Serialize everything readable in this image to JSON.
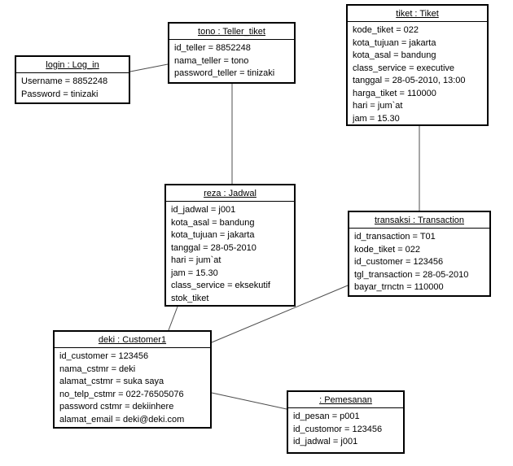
{
  "diagram": {
    "type": "uml-object-diagram",
    "background_color": "#ffffff",
    "box_border_color": "#000000",
    "connector_color": "#4d4d4d",
    "objects": [
      {
        "id": "login",
        "title": "login : Log_in",
        "attributes": [
          "Username = 8852248",
          "Password = tinizaki"
        ]
      },
      {
        "id": "tono",
        "title": "tono : Teller_tiket",
        "attributes": [
          "id_teller = 8852248",
          "nama_teller = tono",
          "password_teller = tinizaki"
        ]
      },
      {
        "id": "tiket",
        "title": "tiket : Tiket",
        "attributes": [
          "kode_tiket = 022",
          "kota_tujuan = jakarta",
          "kota_asal = bandung",
          "class_service = executive",
          "tanggal = 28-05-2010, 13:00",
          "harga_tiket = 110000",
          "hari = jum`at",
          "jam = 15.30"
        ]
      },
      {
        "id": "reza",
        "title": "reza : Jadwal",
        "attributes": [
          "id_jadwal = j001",
          "kota_asal = bandung",
          "kota_tujuan = jakarta",
          "tanggal = 28-05-2010",
          "hari = jum`at",
          "jam = 15.30",
          "class_service = eksekutif",
          "stok_tiket"
        ]
      },
      {
        "id": "transaksi",
        "title": "transaksi : Transaction",
        "attributes": [
          "id_transaction = T01",
          "kode_tiket = 022",
          "id_customer = 123456",
          "tgl_transaction = 28-05-2010",
          "bayar_trnctn = 110000"
        ]
      },
      {
        "id": "deki",
        "title": "deki : Customer1",
        "attributes": [
          "id_customer = 123456",
          "nama_cstmr = deki",
          "alamat_cstmr = suka saya",
          "no_telp_cstmr = 022-76505076",
          "password cstmr = dekiinhere",
          "alamat_email = deki@deki.com"
        ]
      },
      {
        "id": "pemesanan",
        "title": ": Pemesanan",
        "attributes": [
          "id_pesan = p001",
          "id_customor = 123456",
          "id_jadwal = j001"
        ]
      }
    ],
    "connections": [
      {
        "from": "login",
        "to": "tono"
      },
      {
        "from": "tono",
        "to": "reza"
      },
      {
        "from": "tiket",
        "to": "transaksi"
      },
      {
        "from": "reza",
        "to": "deki"
      },
      {
        "from": "deki",
        "to": "transaksi"
      },
      {
        "from": "deki",
        "to": "pemesanan"
      }
    ]
  }
}
